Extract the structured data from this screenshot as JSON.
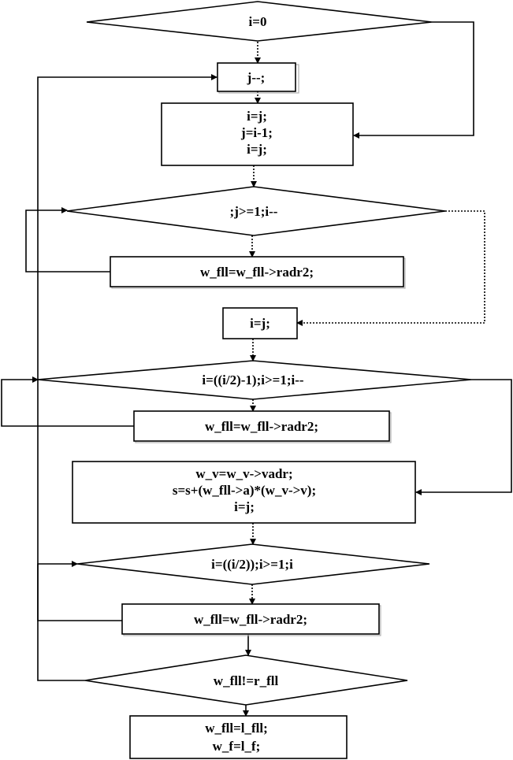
{
  "nodes": {
    "n1": {
      "lines": [
        "i=0"
      ]
    },
    "n2": {
      "lines": [
        "j--;"
      ]
    },
    "n3": {
      "lines": [
        "i=j;",
        "j=i-1;",
        "i=j;"
      ]
    },
    "n4": {
      "lines": [
        ";j>=1;i--"
      ]
    },
    "n5": {
      "lines": [
        "w_fll=w_fll->radr2;"
      ]
    },
    "n6": {
      "lines": [
        "i=j;"
      ]
    },
    "n7": {
      "lines": [
        "i=((i/2)-1);i>=1;i--"
      ]
    },
    "n8": {
      "lines": [
        "w_fll=w_fll->radr2;"
      ]
    },
    "n9": {
      "lines": [
        "w_v=w_v->vadr;",
        "s=s+(w_fll->a)*(w_v->v);",
        "i=j;"
      ]
    },
    "n10": {
      "lines": [
        "i=((i/2));i>=1;i"
      ]
    },
    "n11": {
      "lines": [
        "w_fll=w_fll->radr2;"
      ]
    },
    "n12": {
      "lines": [
        "w_fll!=r_fll"
      ]
    },
    "n13": {
      "lines": [
        "w_fll=l_fll;",
        "w_f=l_f;"
      ]
    }
  }
}
